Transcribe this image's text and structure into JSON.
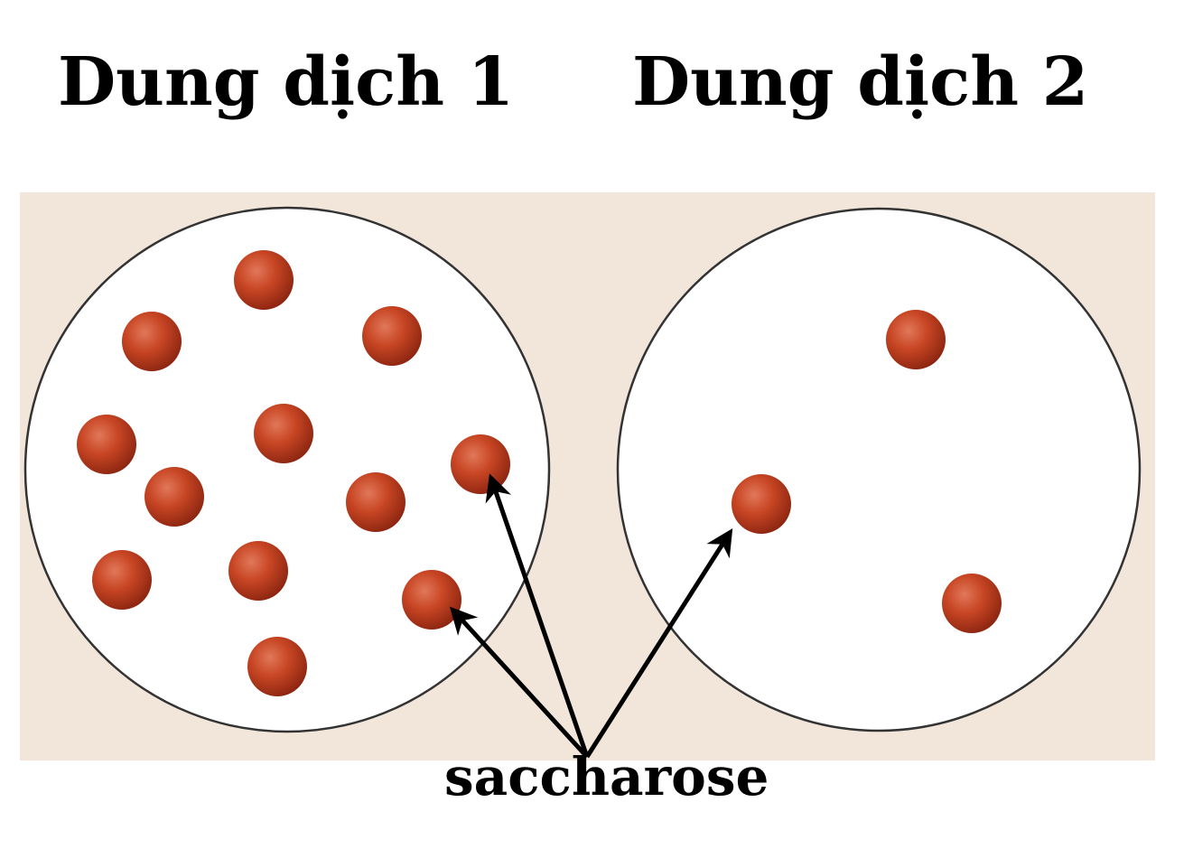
{
  "solution1": {
    "title": "Dung dịch 1",
    "particle_count": 12
  },
  "solution2": {
    "title": "Dung dịch 2",
    "particle_count": 3
  },
  "label": "saccharose",
  "colors": {
    "background": "#f2e6da",
    "particle": "#c0401f",
    "circle_stroke": "#333333"
  }
}
